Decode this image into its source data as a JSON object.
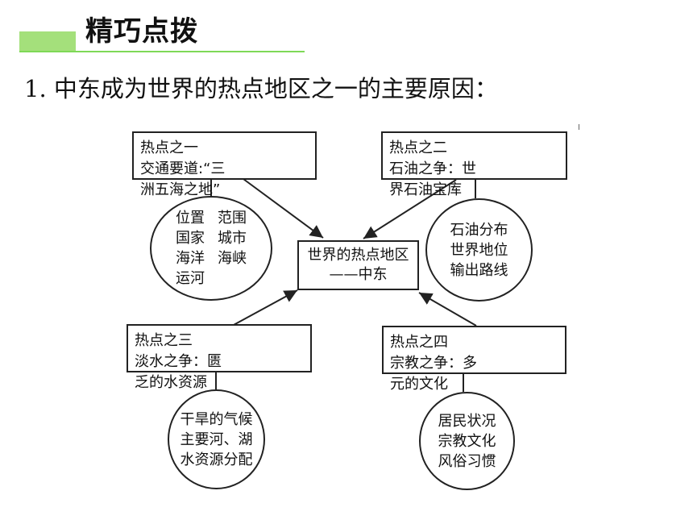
{
  "header": {
    "section_title": "精巧点拨",
    "question_number": "1.",
    "question_text": "中东成为世界的热点地区之一的主要原因："
  },
  "diagram": {
    "center": {
      "line1": "世界的热点地区",
      "line2": "——中东"
    },
    "hotspots": [
      {
        "label": "热点之一",
        "desc": "交通要道:“三洲五海之地”",
        "details": [
          "位置",
          "范围",
          "国家",
          "城市",
          "海洋",
          "海峡",
          "运河"
        ]
      },
      {
        "label": "热点之二",
        "desc": "石油之争：世界石油宝库",
        "details": [
          "石油分布",
          "世界地位",
          "输出路线"
        ]
      },
      {
        "label": "热点之三",
        "desc": "淡水之争：匮乏的水资源",
        "details": [
          "干旱的气候",
          "主要河、湖",
          "水资源分配"
        ]
      },
      {
        "label": "热点之四",
        "desc": "宗教之争：多元的文化",
        "details": [
          "居民状况",
          "宗教文化",
          "风俗习惯"
        ]
      }
    ]
  }
}
